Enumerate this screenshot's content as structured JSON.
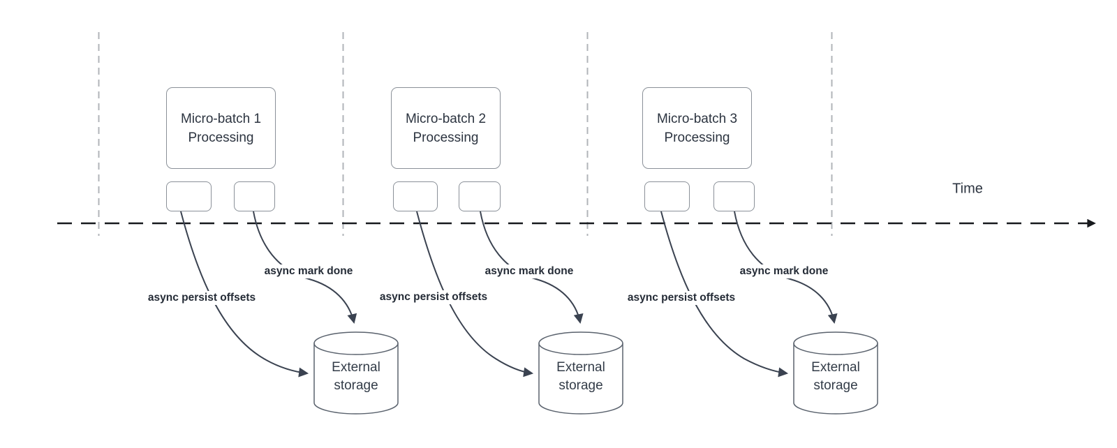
{
  "timeline": {
    "label": "Time"
  },
  "batches": [
    {
      "title_line1": "Micro-batch 1",
      "title_line2": "Processing",
      "persist_label": "async persist offsets",
      "done_label": "async mark done",
      "storage": {
        "line1": "External",
        "line2": "storage"
      }
    },
    {
      "title_line1": "Micro-batch 2",
      "title_line2": "Processing",
      "persist_label": "async persist offsets",
      "done_label": "async mark done",
      "storage": {
        "line1": "External",
        "line2": "storage"
      }
    },
    {
      "title_line1": "Micro-batch 3",
      "title_line2": "Processing",
      "persist_label": "async persist offsets",
      "done_label": "async mark done",
      "storage": {
        "line1": "External",
        "line2": "storage"
      }
    }
  ],
  "colors": {
    "arrow": "#3a4250",
    "timeline_line": "#17191d",
    "guide_line": "#b1b4b9",
    "shape_border": "#8a9098",
    "cylinder_border": "#5a626d",
    "text": "#2c3440"
  }
}
